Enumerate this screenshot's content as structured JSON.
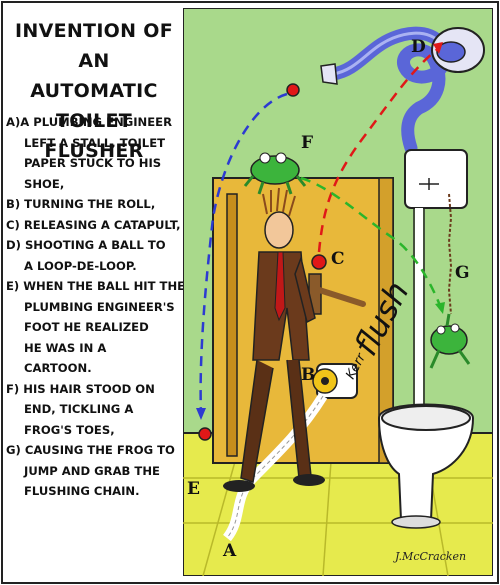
{
  "title": {
    "lines": [
      "INVENTION OF AN",
      "AUTOMATIC",
      "TOILET FLUSHER"
    ]
  },
  "steps": [
    {
      "lines": [
        "A)A PLUMBING ENGINEER",
        "LEFT A STALL, TOILET",
        "PAPER STUCK TO HIS",
        "SHOE,"
      ]
    },
    {
      "lines": [
        "B) TURNING THE ROLL,"
      ]
    },
    {
      "lines": [
        "C) RELEASING A CATAPULT,"
      ]
    },
    {
      "lines": [
        "D) SHOOTING A BALL TO",
        "A LOOP-DE-LOOP."
      ]
    },
    {
      "lines": [
        "E) WHEN THE BALL HIT THE",
        "PLUMBING ENGINEER'S",
        "FOOT HE REALIZED",
        "HE WAS IN A",
        "CARTOON."
      ]
    },
    {
      "lines": [
        "F) HIS HAIR STOOD ON",
        "END, TICKLING A",
        "FROG'S TOES,"
      ]
    },
    {
      "lines": [
        "G) CAUSING THE FROG TO",
        "JUMP AND GRAB THE",
        "FLUSHING CHAIN."
      ]
    }
  ],
  "labels": {
    "a": "A",
    "b": "B",
    "c": "C",
    "d": "D",
    "e": "E",
    "f": "F",
    "g": "G"
  },
  "sound_effect": {
    "prefix": "Kerr",
    "word": "flush"
  },
  "signature": "J.McCracken",
  "colors": {
    "wall": "#a9d98b",
    "floor": "#e6ea4d",
    "stall": "#e8b83a",
    "suit": "#6b3a1c",
    "frog": "#3cb43c",
    "pipe": "#5a66d8",
    "ball": "#e01818",
    "arrow_red": "#e01818",
    "arrow_green": "#2bb52b",
    "arrow_blue": "#2d3bd1"
  }
}
